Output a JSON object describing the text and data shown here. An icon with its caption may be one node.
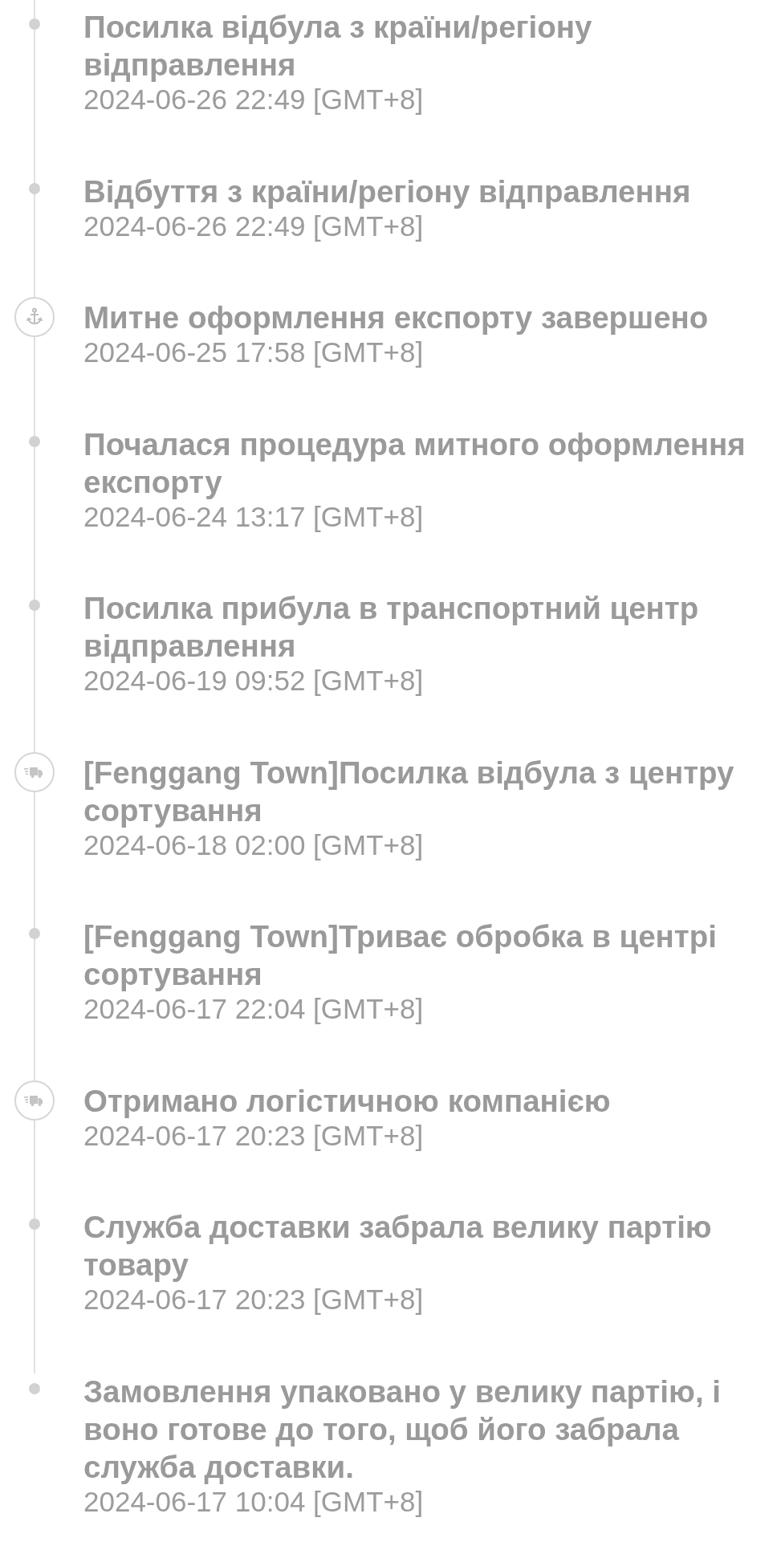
{
  "diagram": {
    "nodes": [
      {
        "text": [
          "Посилка відбула з країни/регіону відправлення",
          "2024-06-26 22:49 [GMT+8]"
        ]
      },
      {
        "text": [
          "Відбуття з країни/регіону відправлення",
          "2024-06-26 22:49 [GMT+8]"
        ]
      },
      {
        "text": [
          "Митне оформлення експорту завершено",
          "2024-06-25 17:58 [GMT+8]"
        ]
      },
      {
        "text": [
          "Почалася процедура митного оформлення експорту",
          "2024-06-24 13:17 [GMT+8]"
        ]
      },
      {
        "text": [
          "Посилка прибула в транспортний центр відправлення",
          "2024-06-19 09:52 [GMT+8]"
        ]
      },
      {
        "text": [
          "[Fenggang Town]Посилка відбула з центру сортування",
          "2024-06-18 02:00 [GMT+8]"
        ]
      },
      {
        "text": [
          "[Fenggang Town]Триває обробка в центрі сортування",
          "2024-06-17 22:04 [GMT+8]"
        ]
      },
      {
        "text": [
          "Отримано логістичною компанією",
          "2024-06-17 20:23 [GMT+8]"
        ]
      },
      {
        "text": [
          "Служба доставки забрала велику партію товару",
          "2024-06-17 20:23 [GMT+8]"
        ]
      },
      {
        "text": [
          "Замовлення упаковано у велику партію, і воно готове до того, щоб його забрала служба доставки.",
          "2024-06-17 10:04 [GMT+8]"
        ]
      }
    ]
  }
}
